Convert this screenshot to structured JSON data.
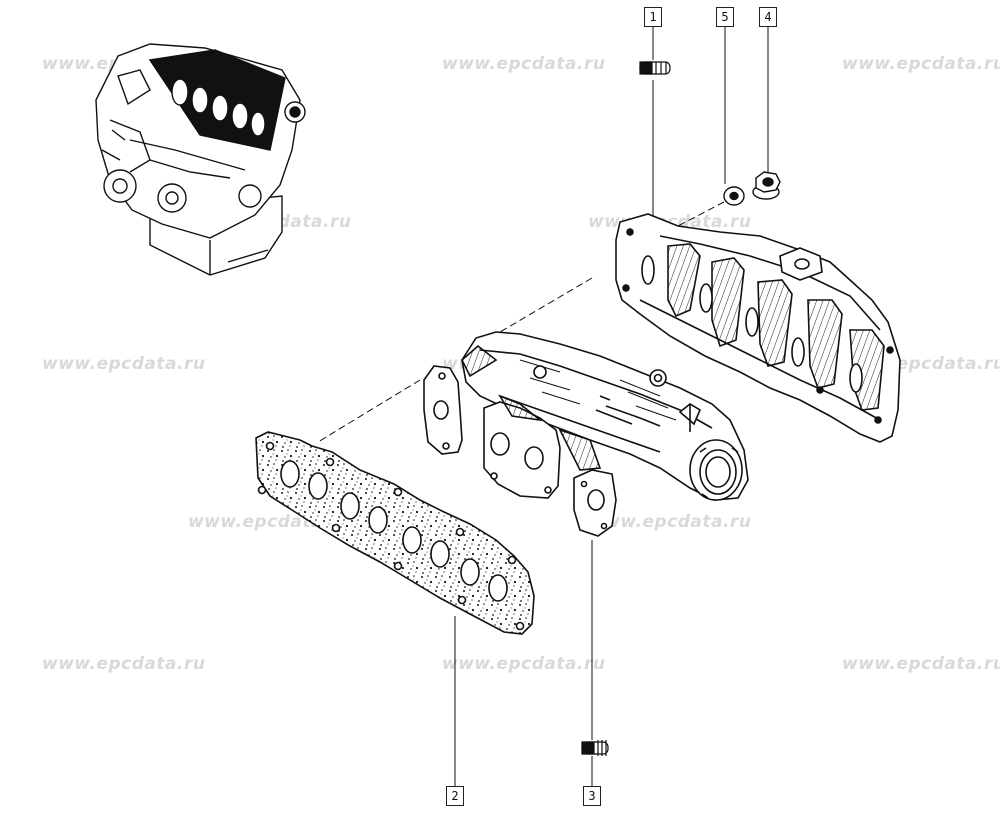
{
  "watermark": "www.epcdata.ru",
  "callouts": {
    "c1": "1",
    "c2": "2",
    "c3": "3",
    "c4": "4",
    "c5": "5"
  },
  "colors": {
    "ink": "#111111",
    "watermark": "#d9d9d9",
    "background": "#ffffff"
  }
}
